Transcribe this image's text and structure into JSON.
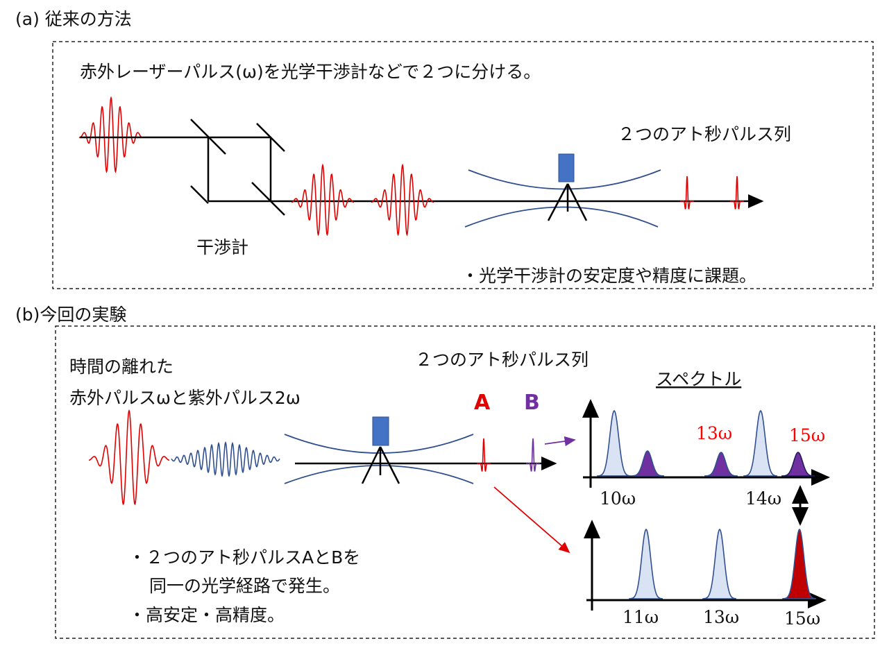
{
  "section_a": {
    "label": "(a) 従来の方法",
    "description": "赤外レーザーパルス(ω)を光学干渉計などで２つに分ける。",
    "interferometer_label": "干渉計",
    "pulse_train_label": "２つのアト秒パルス列",
    "note": "・光学干渉計の安定度や精度に課題。"
  },
  "section_b": {
    "label": "(b)今回の実験",
    "description_line1": "時間の離れた",
    "description_line2": "赤外パルスωと紫外パルス2ω",
    "pulse_train_label": "２つのアト秒パルス列",
    "spectrum_title": "スペクトル",
    "pulse_a": "A",
    "pulse_b": "B",
    "top_spectrum_labels": {
      "h10": "10ω",
      "h13": "13ω",
      "h14": "14ω",
      "h15": "15ω"
    },
    "bottom_spectrum_labels": {
      "h11": "11ω",
      "h13": "13ω",
      "h15": "15ω"
    },
    "bullet1_line1": "・２つのアト秒パルスAとBを",
    "bullet1_line2": "同一の光学経路で発生。",
    "bullet2": "・高安定・高精度。"
  },
  "colors": {
    "ir": "#e00000",
    "uv": "#2f4f8f",
    "purple": "#7030a0",
    "light_peak": "#dae3f3",
    "dark_red": "#c00000",
    "target": "#4472c4"
  }
}
